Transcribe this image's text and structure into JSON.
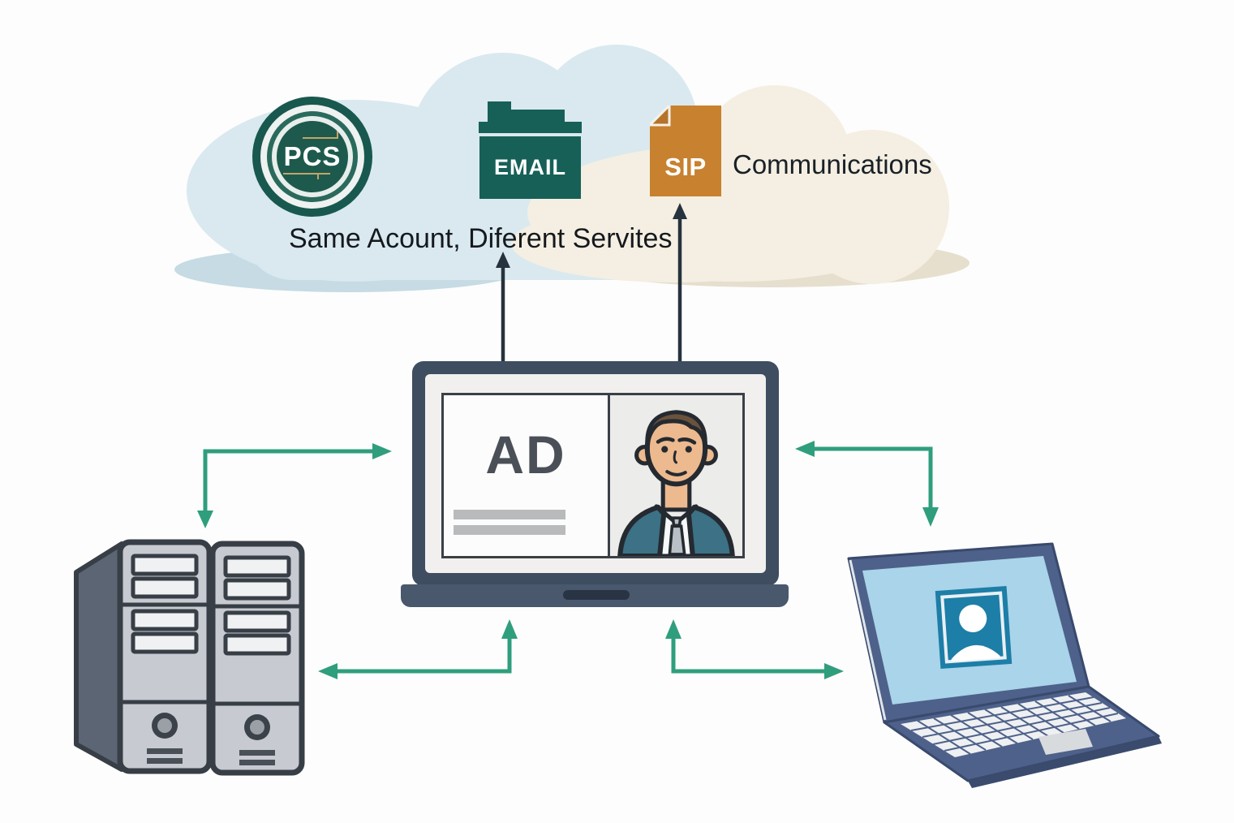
{
  "scene": {
    "background": "#fdfdfd",
    "caption": "Same Acount, Diferent  Servites"
  },
  "cloud": {
    "colors": {
      "blue_lobe": "#d9e9ef",
      "cream_lobe": "#f4efe2"
    },
    "services": {
      "pcs": {
        "label": "PCS",
        "icon": "pcs-badge-icon",
        "badge_color": "#1d5a4d"
      },
      "email": {
        "label": "EMAIL",
        "icon": "email-folder-icon",
        "folder_color": "#176058"
      },
      "sip": {
        "label": "SIP",
        "icon": "sip-file-icon",
        "file_color": "#c8812f",
        "annotation": "Communications"
      }
    }
  },
  "identity_console": {
    "directory_label": "AD",
    "icon": "central-laptop-id-card"
  },
  "devices": {
    "servers": {
      "icon": "server-towers"
    },
    "workstation": {
      "icon": "laptop-user-card"
    }
  },
  "arrows": {
    "green": "#2f9e7d",
    "dark": "#26323e"
  }
}
